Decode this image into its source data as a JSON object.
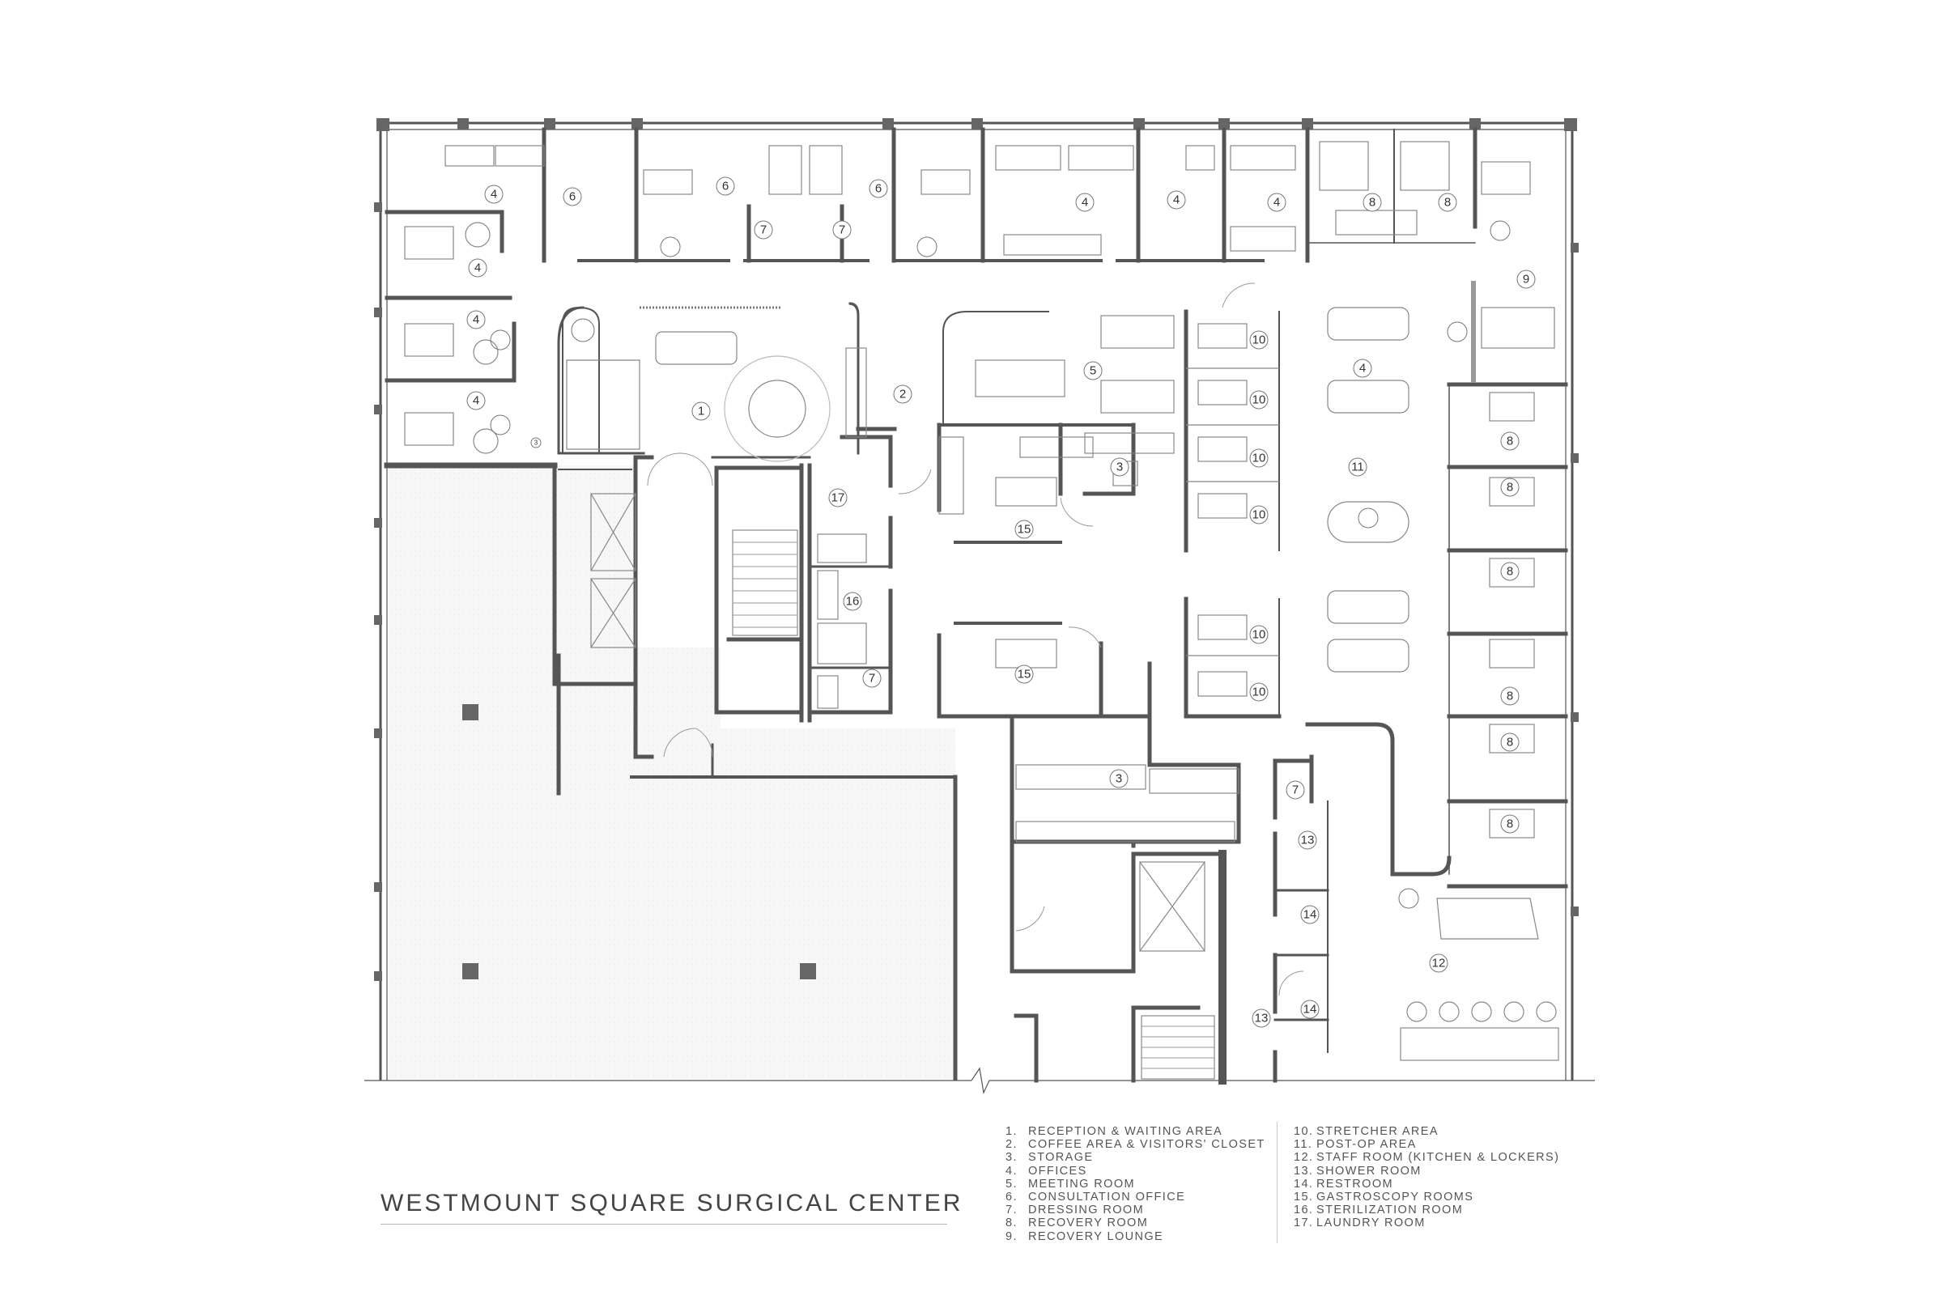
{
  "title": "WESTMOUNT SQUARE SURGICAL CENTER",
  "legend": [
    {
      "num": "1.",
      "label": "RECEPTION & WAITING AREA"
    },
    {
      "num": "2.",
      "label": "COFFEE AREA & VISITORS' CLOSET"
    },
    {
      "num": "3.",
      "label": "STORAGE"
    },
    {
      "num": "4.",
      "label": "OFFICES"
    },
    {
      "num": "5.",
      "label": "MEETING ROOM"
    },
    {
      "num": "6.",
      "label": "CONSULTATION OFFICE"
    },
    {
      "num": "7.",
      "label": "DRESSING ROOM"
    },
    {
      "num": "8.",
      "label": "RECOVERY ROOM"
    },
    {
      "num": "9.",
      "label": "RECOVERY LOUNGE"
    },
    {
      "num": "10.",
      "label": "STRETCHER AREA"
    },
    {
      "num": "11.",
      "label": "POST-OP AREA"
    },
    {
      "num": "12.",
      "label": "STAFF ROOM (KITCHEN & LOCKERS)"
    },
    {
      "num": "13.",
      "label": "SHOWER ROOM"
    },
    {
      "num": "14.",
      "label": "RESTROOM"
    },
    {
      "num": "15.",
      "label": "GASTROSCOPY ROOMS"
    },
    {
      "num": "16.",
      "label": "STERILIZATION ROOM"
    },
    {
      "num": "17.",
      "label": "LAUNDRY ROOM"
    }
  ],
  "room_tags": [
    "4",
    "6",
    "6",
    "6",
    "4",
    "4",
    "4",
    "8",
    "8",
    "7",
    "7",
    "4",
    "4",
    "4",
    "9",
    "1",
    "2",
    "5",
    "10",
    "10",
    "10",
    "10",
    "4",
    "11",
    "3",
    "17",
    "15",
    "16",
    "10",
    "10",
    "15",
    "7",
    "3",
    "7",
    "13",
    "14",
    "14",
    "13",
    "8",
    "8",
    "8",
    "8",
    "8",
    "8",
    "12",
    "3"
  ]
}
